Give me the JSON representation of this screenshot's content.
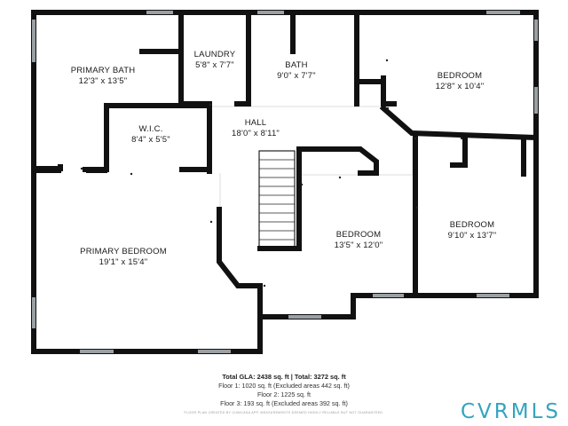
{
  "rooms": [
    {
      "id": "primary-bath",
      "name": "PRIMARY BATH",
      "dims": "12'3\" x 13'5\""
    },
    {
      "id": "laundry",
      "name": "LAUNDRY",
      "dims": "5'8\" x 7'7\""
    },
    {
      "id": "bath",
      "name": "BATH",
      "dims": "9'0\" x 7'7\""
    },
    {
      "id": "bedroom-ne",
      "name": "BEDROOM",
      "dims": "12'8\" x 10'4\""
    },
    {
      "id": "wic",
      "name": "W.I.C.",
      "dims": "8'4\" x 5'5\""
    },
    {
      "id": "hall",
      "name": "HALL",
      "dims": "18'0\" x 8'11\""
    },
    {
      "id": "primary-bedroom",
      "name": "PRIMARY BEDROOM",
      "dims": "19'1\" x 15'4\""
    },
    {
      "id": "bedroom-center",
      "name": "BEDROOM",
      "dims": "13'5\" x 12'0\""
    },
    {
      "id": "bedroom-east",
      "name": "BEDROOM",
      "dims": "9'10\" x 13'7\""
    }
  ],
  "footer": {
    "total_line_bold": "Total GLA: 2438 sq. ft | Total: 3272 sq. ft",
    "floor1": "Floor 1: 1020 sq. ft (Excluded areas 442 sq. ft)",
    "floor2": "Floor 2: 1225 sq. ft",
    "floor3": "Floor 3: 193 sq. ft (Excluded areas 392 sq. ft)",
    "disclaimer": "FLOOR PLAN CREATED BY CUBICASA APP. MEASUREMENTS DEEMED HIGHLY RELIABLE BUT NOT GUARANTEED."
  },
  "logo": {
    "text": "CVRMLS",
    "accent": "#34a4bf"
  },
  "colors": {
    "wall": "#111111",
    "window": "#9aa0a3",
    "thin_line": "#d8d8d8"
  }
}
